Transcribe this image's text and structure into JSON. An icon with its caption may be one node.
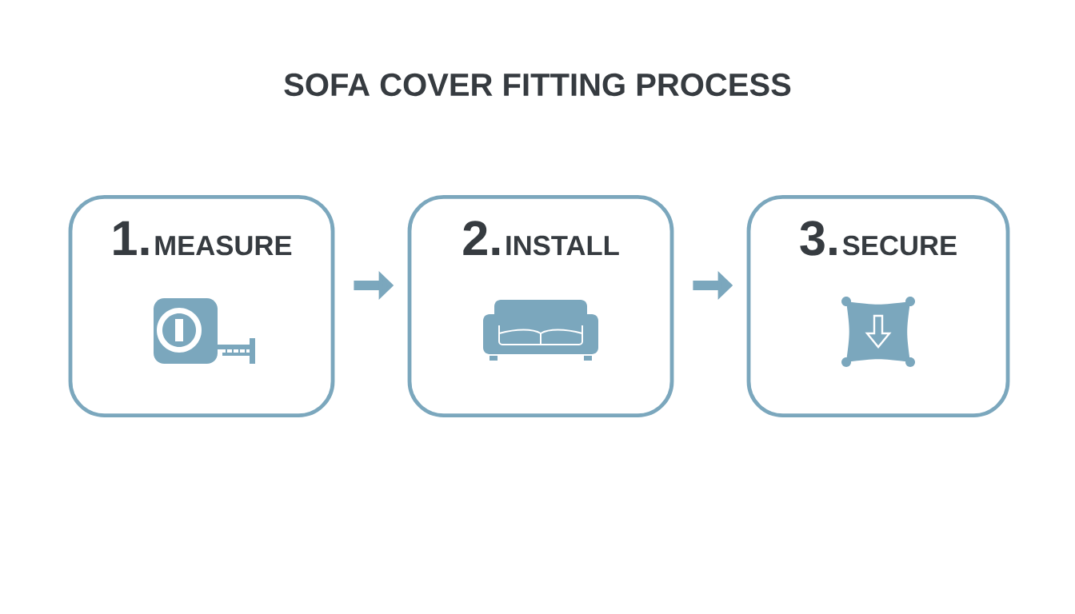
{
  "diagram": {
    "title": "SOFA COVER FITTING PROCESS",
    "nodes": [
      {
        "text": [
          "1.",
          "MEASURE"
        ]
      },
      {
        "text": [
          "2.",
          "INSTALL"
        ]
      },
      {
        "text": [
          "3.",
          "SECURE"
        ]
      }
    ],
    "edges": [
      {
        "from": 0,
        "to": 1,
        "arrow": "to"
      },
      {
        "from": 1,
        "to": 2,
        "arrow": "to"
      }
    ]
  }
}
